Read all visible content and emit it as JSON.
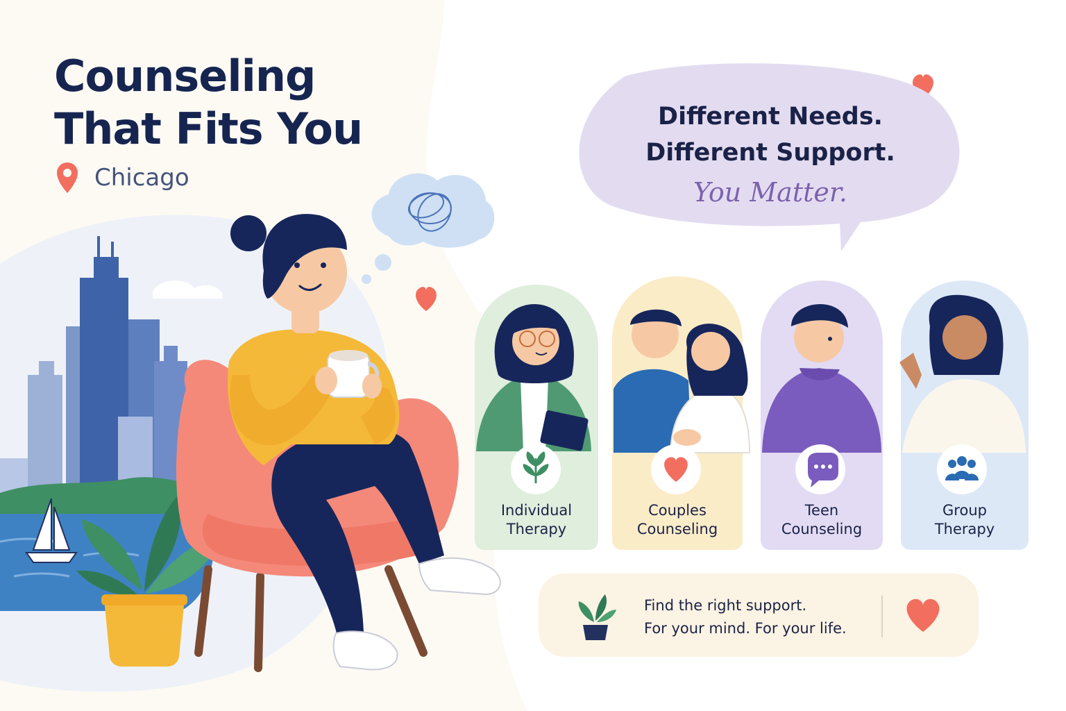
{
  "headline": {
    "line1": "Counseling",
    "line2": "That Fits You"
  },
  "location": {
    "icon": "map-pin-icon",
    "label": "Chicago"
  },
  "speech_bubble": {
    "line1": "Different Needs.",
    "line2": "Different Support.",
    "accent": "You Matter."
  },
  "services": [
    {
      "line1": "Individual",
      "line2": "Therapy",
      "icon": "leaf-sprig-icon",
      "color": "#dfeedd"
    },
    {
      "line1": "Couples",
      "line2": "Counseling",
      "icon": "heart-icon",
      "color": "#fbecc8"
    },
    {
      "line1": "Teen",
      "line2": "Counseling",
      "icon": "chat-bubble-icon",
      "color": "#e2dbf3"
    },
    {
      "line1": "Group",
      "line2": "Therapy",
      "icon": "group-people-icon",
      "color": "#dde8f7"
    }
  ],
  "footer": {
    "line1": "Find the right support.",
    "line2": "For your mind. For your life.",
    "left_icon": "potted-plant-icon",
    "right_icon": "heart-icon"
  },
  "colors": {
    "navy": "#162550",
    "coral": "#f26e5f",
    "purple_accent": "#7c62ad",
    "sweater_yellow": "#f5b93a",
    "chair_pink": "#f4897a"
  }
}
